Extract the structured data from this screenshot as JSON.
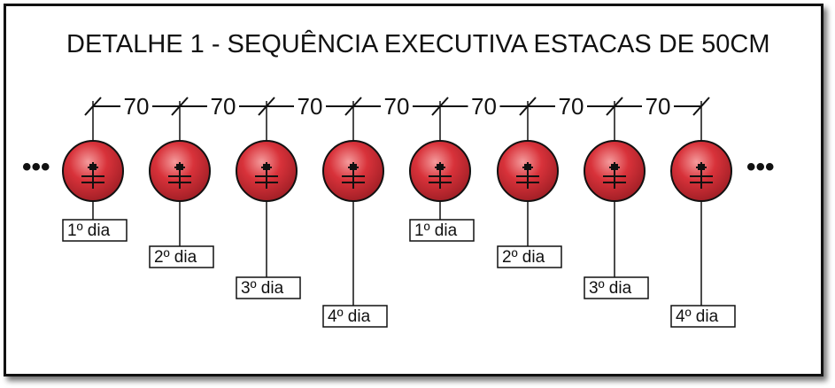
{
  "title": "DETALHE 1 -  SEQUÊNCIA EXECUTIVA ESTACAS DE 50CM",
  "dimension_label": "70",
  "spacings": [
    "70",
    "70",
    "70",
    "70",
    "70",
    "70",
    "70"
  ],
  "ellipsis": "•••",
  "piles": [
    {
      "label": "1º dia",
      "day": 1
    },
    {
      "label": "2º dia",
      "day": 2
    },
    {
      "label": "3º dia",
      "day": 3
    },
    {
      "label": "4º dia",
      "day": 4
    },
    {
      "label": "1º dia",
      "day": 1
    },
    {
      "label": "2º dia",
      "day": 2
    },
    {
      "label": "3º dia",
      "day": 3
    },
    {
      "label": "4º dia",
      "day": 4
    }
  ],
  "colors": {
    "pile_fill": "#d8323a",
    "pile_highlight": "#f07a7c",
    "pile_shadow": "#9c1d24",
    "line": "#111111"
  }
}
